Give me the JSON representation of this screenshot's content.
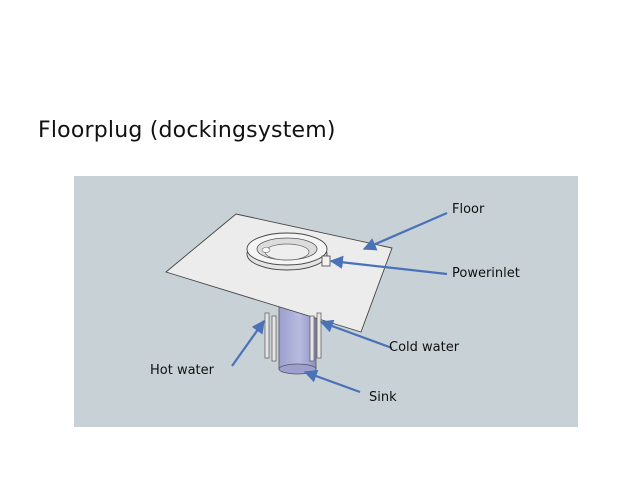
{
  "title": "Floorplug (dockingsystem)",
  "labels": {
    "floor": "Floor",
    "powerinlet": "Powerinlet",
    "cold_water": "Cold water",
    "hot_water": "Hot water",
    "sink": "Sink"
  },
  "colors": {
    "background": "#c8d1d6",
    "arrow": "#4a72b8",
    "plate": "#ececec",
    "sink_tube": "#a9acd6"
  }
}
